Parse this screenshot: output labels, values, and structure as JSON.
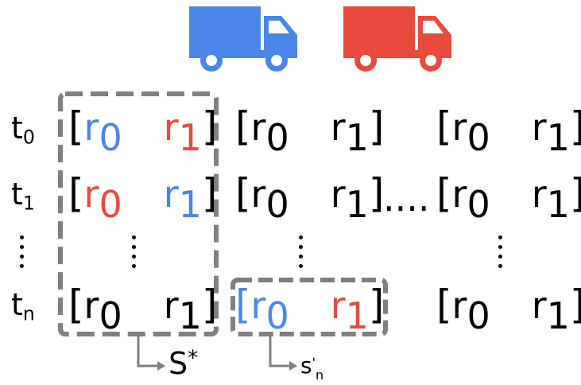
{
  "trucks": [
    {
      "name": "truck-blue",
      "color": "#4A86E8"
    },
    {
      "name": "truck-red",
      "color": "#E84A3C"
    }
  ],
  "colors": {
    "blue": "#4A86E8",
    "red": "#E84A3C",
    "box": "#808080",
    "text": "#000000"
  },
  "time_labels": [
    {
      "base": "t",
      "sub": "0"
    },
    {
      "base": "t",
      "sub": "1"
    },
    {
      "base": "t",
      "sub": "n"
    }
  ],
  "symbols": {
    "r": "r",
    "sub0": "0",
    "sub1": "1",
    "open": "[",
    "close": "]",
    "ellipsis": "....",
    "s_star": "S",
    "star": "*",
    "s_prime": "s",
    "s_prime_sub": "n",
    "prime": "'"
  }
}
